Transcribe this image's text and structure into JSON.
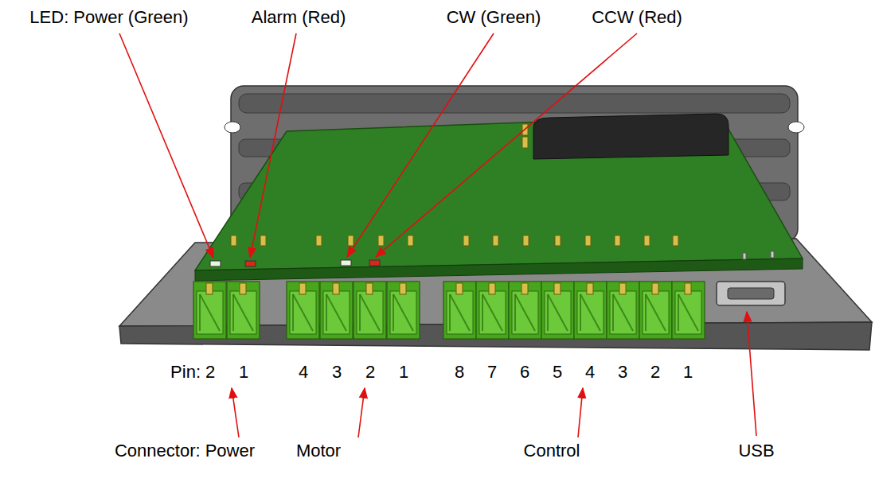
{
  "diagram": {
    "labels": [
      "LED: Power (Green)",
      "Alarm (Red)",
      "CW (Green)",
      "CCW (Red)",
      "Pin:",
      "2",
      "1",
      "4",
      "3",
      "2",
      "1",
      "8",
      "7",
      "6",
      "5",
      "4",
      "3",
      "2",
      "1",
      "Connector: Power",
      "Motor",
      "Control",
      "USB"
    ]
  }
}
